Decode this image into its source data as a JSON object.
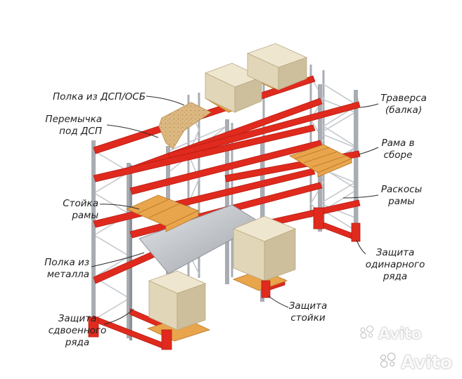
{
  "labels": {
    "shelf_dsp": "Полка из ДСП/ОСБ",
    "jumper_1": "Перемычка",
    "jumper_2": "под ДСП",
    "upright_1": "Стойка",
    "upright_2": "рамы",
    "metal_1": "Полка из",
    "metal_2": "металла",
    "double_1": "Защита",
    "double_2": "сдвоенного",
    "double_3": "ряда",
    "beam_1": "Траверса",
    "beam_2": "(балка)",
    "frame_1": "Рама в",
    "frame_2": "сборе",
    "brace_1": "Раскосы",
    "brace_2": "рамы",
    "single_1": "Защита",
    "single_2": "одинарного",
    "single_3": "ряда",
    "post_1": "Защита",
    "post_2": "стойки"
  },
  "watermark": {
    "text": "Avito"
  },
  "colors": {
    "beam": "#e02a1e",
    "beam_dark": "#b51b12",
    "upright": "#a9adb3",
    "brace": "#c4c8cc",
    "pallet": "#e8a54c",
    "box": "#e2d6b8",
    "chipboard": "#d9b57c",
    "metal": "#c7cbd0"
  },
  "icons": [
    "avito-logo-icon"
  ]
}
